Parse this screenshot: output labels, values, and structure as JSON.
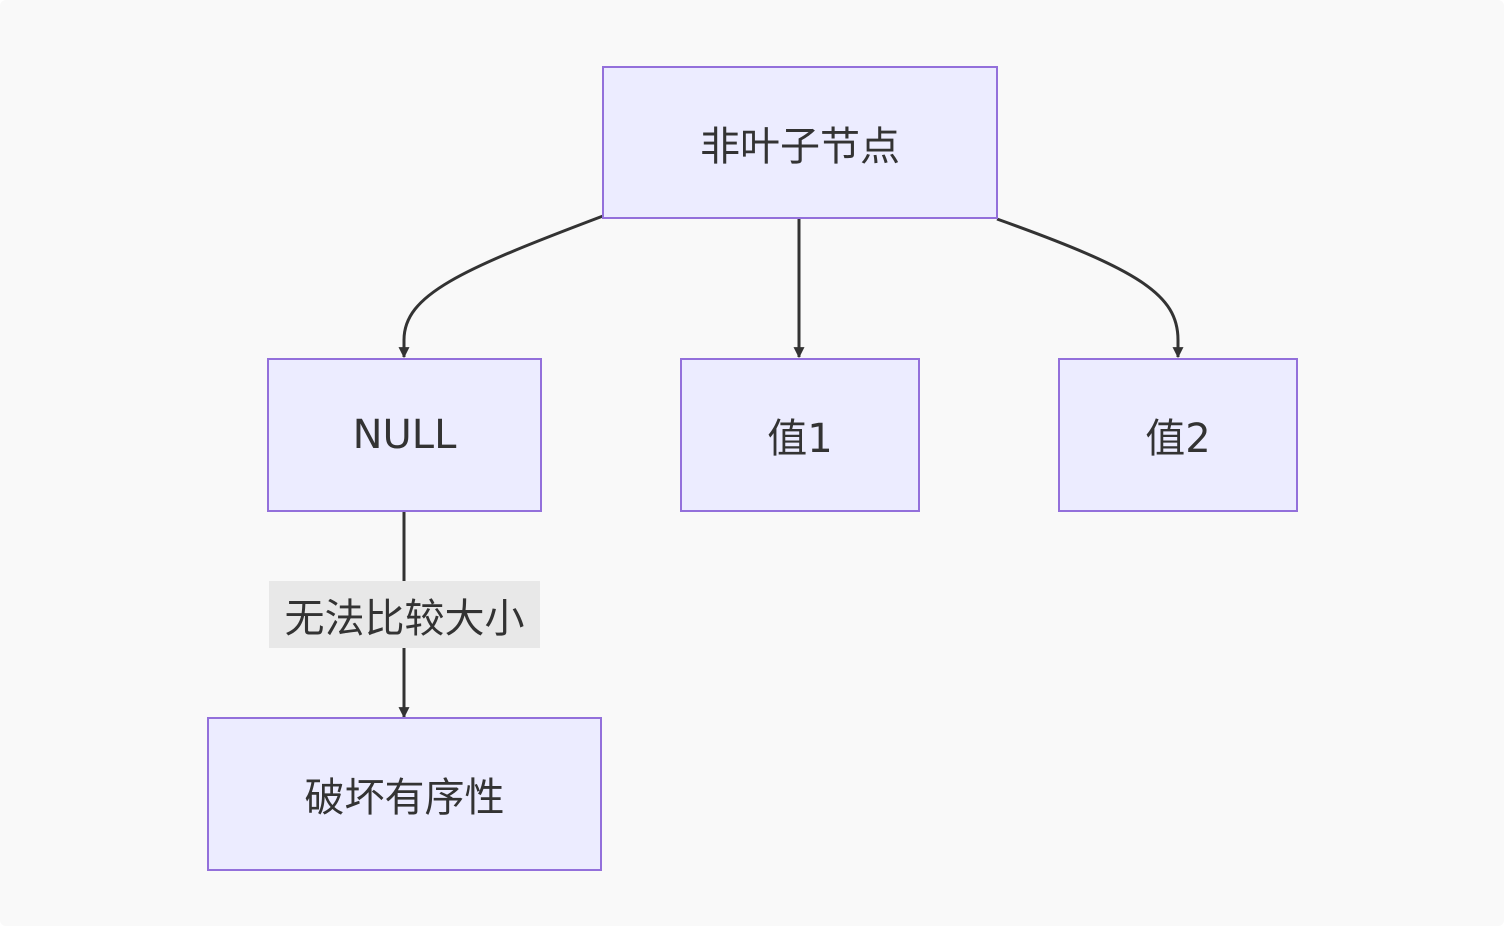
{
  "diagram": {
    "nodes": {
      "root": "非叶子节点",
      "null_node": "NULL",
      "value1": "值1",
      "value2": "值2",
      "broken": "破坏有序性"
    },
    "edge_labels": {
      "null_to_broken": "无法比较大小"
    },
    "colors": {
      "node_fill": "#ececff",
      "node_border": "#9370db",
      "edge": "#333333",
      "label_bg": "#e8e8e8",
      "background": "#f9f9f9"
    }
  }
}
